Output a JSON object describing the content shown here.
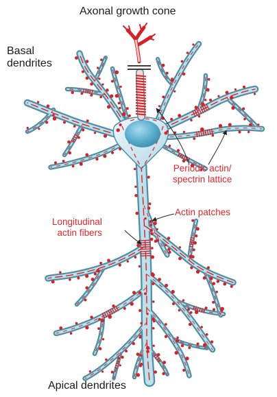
{
  "labels": {
    "axonal_growth_cone": "Axonal growth cone",
    "basal_dendrites": [
      "Basal",
      "dendrites"
    ],
    "periodic_lattice": [
      "Periodic actin/",
      "spectrin lattice"
    ],
    "actin_patches": "Actin patches",
    "longitudinal_fibers": [
      "Longitudinal",
      "actin fibers"
    ],
    "apical_dendrites": "Apical dendrites"
  },
  "colors": {
    "dendrite_dark": "#4f8ea3",
    "dendrite_light": "#bfe0ea",
    "actin_red": "#d0242b",
    "soma_fill": "#d6ecf4",
    "nucleus": "#5aaccd",
    "label_black": "#1a1a1a",
    "label_red": "#e0262b"
  }
}
